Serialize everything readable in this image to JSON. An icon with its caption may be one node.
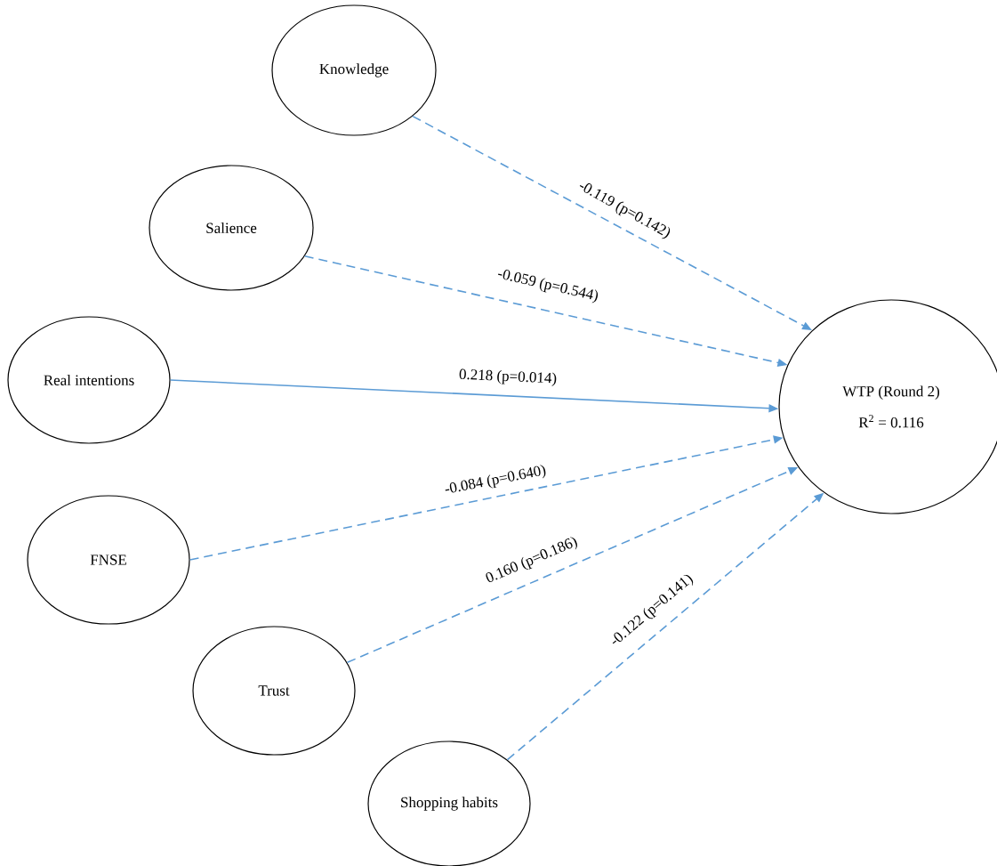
{
  "diagram": {
    "nodes": [
      {
        "text": [
          "Knowledge"
        ]
      },
      {
        "text": [
          "Salience"
        ]
      },
      {
        "text": [
          "Real intentions"
        ]
      },
      {
        "text": [
          "FNSE"
        ]
      },
      {
        "text": [
          "Trust"
        ]
      },
      {
        "text": [
          "Shopping habits"
        ]
      },
      {
        "text": [
          "WTP (Round 2)",
          "R$^{2}$ = 0.116"
        ]
      }
    ],
    "edges": [
      {
        "from": 0,
        "to": 6,
        "arrow": "to",
        "label": "-0.119 (p=0.142)",
        "style": "dashed"
      },
      {
        "from": 1,
        "to": 6,
        "arrow": "to",
        "label": "-0.059 (p=0.544)",
        "style": "dashed"
      },
      {
        "from": 2,
        "to": 6,
        "arrow": "to",
        "label": "0.218 (p=0.014)"
      },
      {
        "from": 3,
        "to": 6,
        "arrow": "to",
        "label": "-0.084 (p=0.640)",
        "style": "dashed"
      },
      {
        "from": 4,
        "to": 6,
        "arrow": "to",
        "label": "0.160 (p=0.186)",
        "style": "dashed"
      },
      {
        "from": 5,
        "to": 6,
        "arrow": "to",
        "label": "-0.122 (p=0.141)",
        "style": "dashed"
      }
    ]
  }
}
